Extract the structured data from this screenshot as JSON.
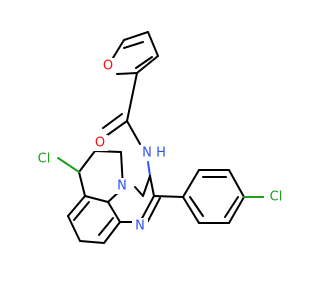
{
  "molecule": {
    "atoms": {
      "furan_O": {
        "label": "O",
        "element": "O",
        "color": "#ff0d0d"
      },
      "carbonyl_O": {
        "label": "O",
        "element": "O",
        "color": "#ff0d0d"
      },
      "amide_N": {
        "label": "N",
        "element": "N",
        "color": "#3050f8"
      },
      "amide_H": {
        "label": "H",
        "element": "N",
        "color": "#3050f8"
      },
      "ring_N_bridge": {
        "label": "N",
        "element": "N",
        "color": "#3050f8"
      },
      "ring_N_imine": {
        "label": "N",
        "element": "N",
        "color": "#3050f8"
      },
      "Cl_left": {
        "label": "Cl",
        "element": "Cl",
        "color": "#1fa01f"
      },
      "Cl_right": {
        "label": "Cl",
        "element": "Cl",
        "color": "#1fa01f"
      }
    }
  }
}
